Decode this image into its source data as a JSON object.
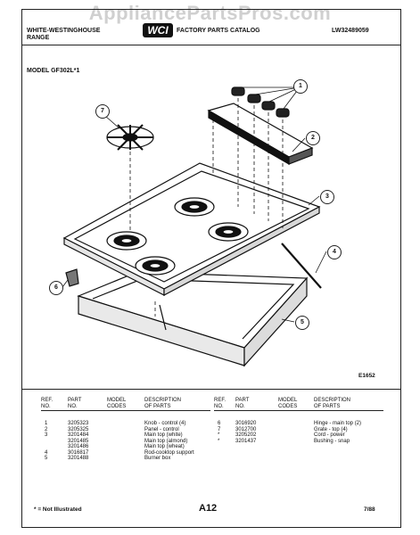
{
  "watermark": "AppliancePartsPros.com",
  "header": {
    "brand_line1": "WHITE-WESTINGHOUSE",
    "brand_line2": "RANGE",
    "logo": "WCI",
    "catalog_title": "FACTORY PARTS CATALOG",
    "doc_number": "LW32489059"
  },
  "model": "MODEL GF302L*1",
  "diagram_code": "E1652",
  "callouts": [
    "1",
    "2",
    "3",
    "4",
    "5",
    "6",
    "7"
  ],
  "table": {
    "headers": {
      "ref": [
        "REF.",
        "NO."
      ],
      "part": [
        "PART",
        "NO."
      ],
      "model": [
        "MODEL",
        "CODES"
      ],
      "desc": [
        "DESCRIPTION",
        "OF PARTS"
      ]
    },
    "left_rows": [
      {
        "ref": "1",
        "part": "3205323",
        "desc": "Knob - control (4)"
      },
      {
        "ref": "2",
        "part": "3205325",
        "desc": "Panel - control"
      },
      {
        "ref": "3",
        "part": "3201484",
        "desc": "Main top (white)"
      },
      {
        "ref": "",
        "part": "3201485",
        "desc": "Main top (almond)"
      },
      {
        "ref": "",
        "part": "3201486",
        "desc": "Main top (wheat)"
      },
      {
        "ref": "4",
        "part": "3016817",
        "desc": "Rod-cooktop support"
      },
      {
        "ref": "5",
        "part": "3201488",
        "desc": "Burner box"
      }
    ],
    "right_rows": [
      {
        "ref": "6",
        "part": "3016920",
        "desc": "Hinge - main top (2)"
      },
      {
        "ref": "7",
        "part": "3012700",
        "desc": "Grate - top (4)"
      },
      {
        "ref": "*",
        "part": "3205202",
        "desc": "Cord - power"
      },
      {
        "ref": "*",
        "part": "3201437",
        "desc": "Bushing - snap"
      }
    ]
  },
  "footer": {
    "note": "* = Not Illustrated",
    "page": "A12",
    "date": "7/88"
  }
}
